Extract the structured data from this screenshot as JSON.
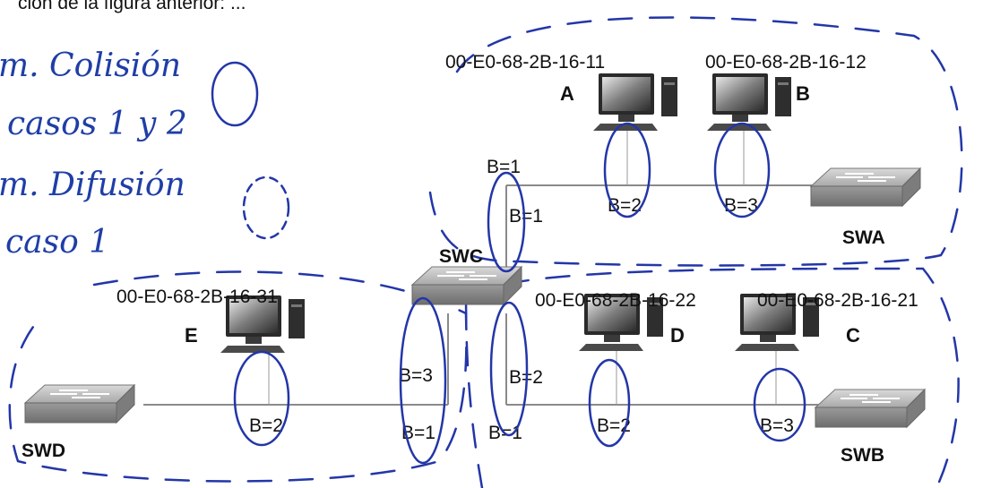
{
  "caption_top": "ción de la figura anterior: ...",
  "annotations": {
    "line1": "m. Colisión",
    "line2": "casos 1 y 2",
    "line3": "m. Difusión",
    "line4": "caso 1"
  },
  "hosts": {
    "A": {
      "name": "A",
      "mac": "00-E0-68-2B-16-11",
      "bridge": "B=2"
    },
    "B": {
      "name": "B",
      "mac": "00-E0-68-2B-16-12",
      "bridge": "B=3"
    },
    "C": {
      "name": "C",
      "mac": "00-E0-68-2B-16-21",
      "bridge": "B=3"
    },
    "D": {
      "name": "D",
      "mac": "00-E0-68-2B-16-22",
      "bridge": "B=2"
    },
    "E": {
      "name": "E",
      "mac": "00-E0-68-2B-16-31",
      "bridge": "B=2"
    }
  },
  "switches": {
    "SWA": {
      "name": "SWA"
    },
    "SWB": {
      "name": "SWB"
    },
    "SWC": {
      "name": "SWC"
    },
    "SWD": {
      "name": "SWD"
    }
  },
  "ports": {
    "swc_top_left": "B=1",
    "swc_top_link": "B=1",
    "swc_bottom_link": "B=2",
    "swc_bottom_right": "B=1",
    "swc_left_link": "B=3",
    "swc_bottom_left": "B=1"
  },
  "colors": {
    "ink": "#2336a8",
    "wire": "#8a8a8a"
  }
}
